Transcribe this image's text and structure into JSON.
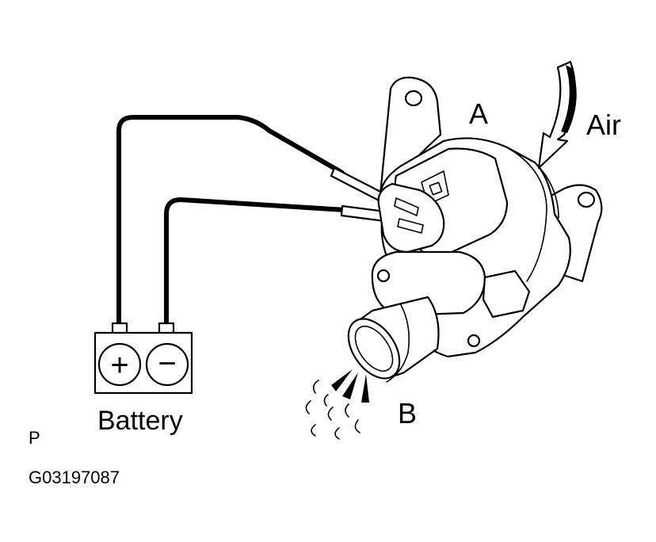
{
  "labels": {
    "valve": "A",
    "air": "Air",
    "outlet": "B",
    "battery": "Battery",
    "corner_mark": "P",
    "figure_code": "G03197087"
  },
  "battery": {
    "positive_symbol": "+",
    "negative_symbol": "−"
  },
  "icons": [
    "air-flow-arrow-icon",
    "air-discharge-icon",
    "battery-icon",
    "solenoid-valve-icon"
  ]
}
